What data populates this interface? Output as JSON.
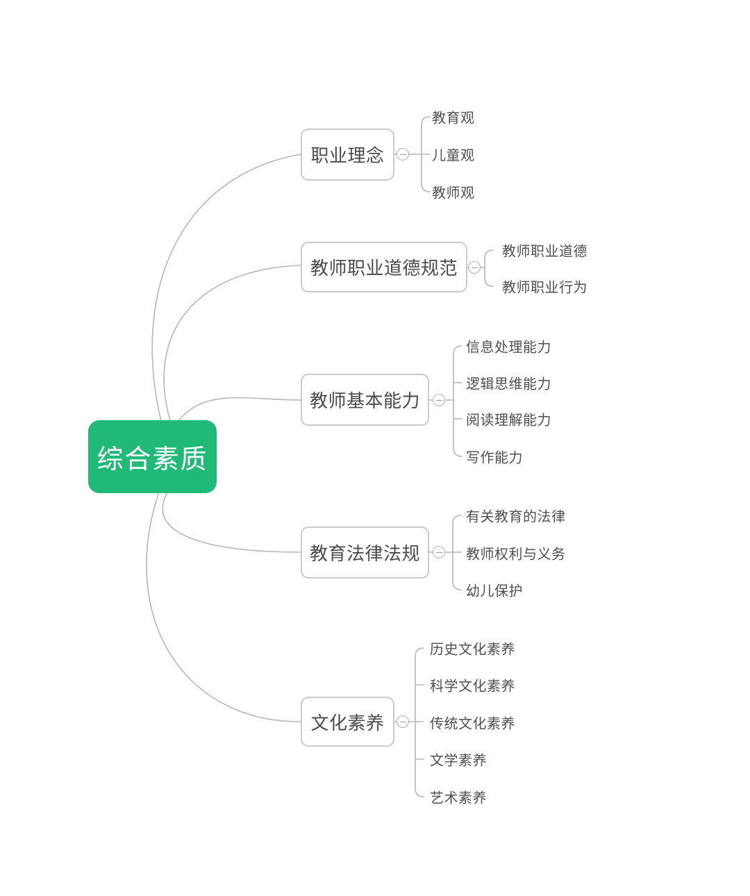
{
  "root": {
    "label": "综合素质"
  },
  "branches": [
    {
      "label": "职业理念",
      "children": [
        "教育观",
        "儿童观",
        "教师观"
      ]
    },
    {
      "label": "教师职业道德规范",
      "children": [
        "教师职业道德",
        "教师职业行为"
      ]
    },
    {
      "label": "教师基本能力",
      "children": [
        "信息处理能力",
        "逻辑思维能力",
        "阅读理解能力",
        "写作能力"
      ]
    },
    {
      "label": "教育法律法规",
      "children": [
        "有关教育的法律",
        "教师权利与义务",
        "幼儿保护"
      ]
    },
    {
      "label": "文化素养",
      "children": [
        "历史文化素养",
        "科学文化素养",
        "传统文化素养",
        "文学素养",
        "艺术素养"
      ]
    }
  ],
  "ui": {
    "collapse_icon": "minus"
  },
  "colors": {
    "root_bg": "#21b978",
    "root_text": "#ffffff",
    "box_border": "#cacaca",
    "node_text": "#4a4a4a",
    "line": "#b6b6b6"
  }
}
